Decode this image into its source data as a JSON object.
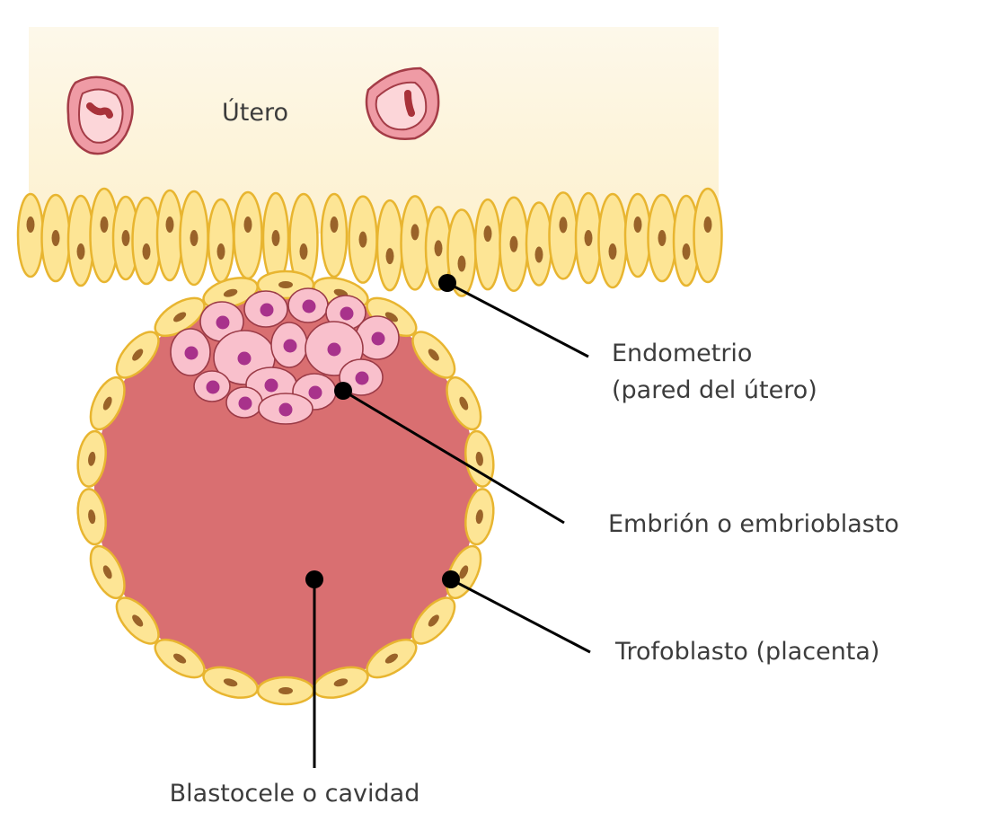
{
  "diagram": {
    "title": "",
    "labels": {
      "uterus": "Útero",
      "endometrium_line1": "Endometrio",
      "endometrium_line2": "(pared del útero)",
      "embryoblast": "Embrión o embrioblasto",
      "trophoblast": "Trofoblasto (placenta)",
      "blastocoel": "Blastocele o cavidad"
    }
  },
  "colors": {
    "uterus_bg_top": "#fdf8ea",
    "uterus_bg_bottom": "#fdf1cf",
    "cell_fill": "#fde595",
    "cell_stroke": "#e8b530",
    "nucleus": "#9a6329",
    "cavity": "#d96f71",
    "embryo_fill": "#f9c0cc",
    "embryo_stroke": "#9b3b47",
    "embryo_nucleus": "#a8328b",
    "gland_outer": "#ef9ba5",
    "gland_stroke": "#a43c47",
    "gland_inner": "#fcd6d9",
    "gland_core": "#a8323a",
    "pointer": "#000000"
  }
}
